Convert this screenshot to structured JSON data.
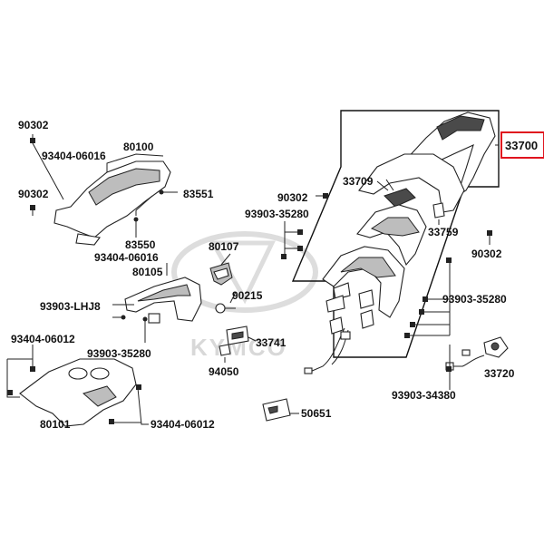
{
  "diagram": {
    "watermark": "KYMCO",
    "highlight_color": "#e0141e",
    "callouts": {
      "c_90302_a": "90302",
      "c_93404_06016_a": "93404-06016",
      "c_80100": "80100",
      "c_90302_b": "90302",
      "c_83551": "83551",
      "c_83550": "83550",
      "c_93404_06016_b": "93404-06016",
      "c_90302_c": "90302",
      "c_93903_35280_a": "93903-35280",
      "c_80107": "80107",
      "c_80105": "80105",
      "c_93903_lhj8": "93903-LHJ8",
      "c_90215": "90215",
      "c_93404_06012_a": "93404-06012",
      "c_93903_35280_b": "93903-35280",
      "c_33741": "33741",
      "c_94050": "94050",
      "c_80101": "80101",
      "c_93404_06012_b": "93404-06012",
      "c_50651": "50651",
      "c_33709": "33709",
      "c_33700": "33700",
      "c_33759": "33759",
      "c_90302_d": "90302",
      "c_93903_35280_c": "93903-35280",
      "c_33720": "33720",
      "c_93903_34380": "93903-34380"
    }
  }
}
